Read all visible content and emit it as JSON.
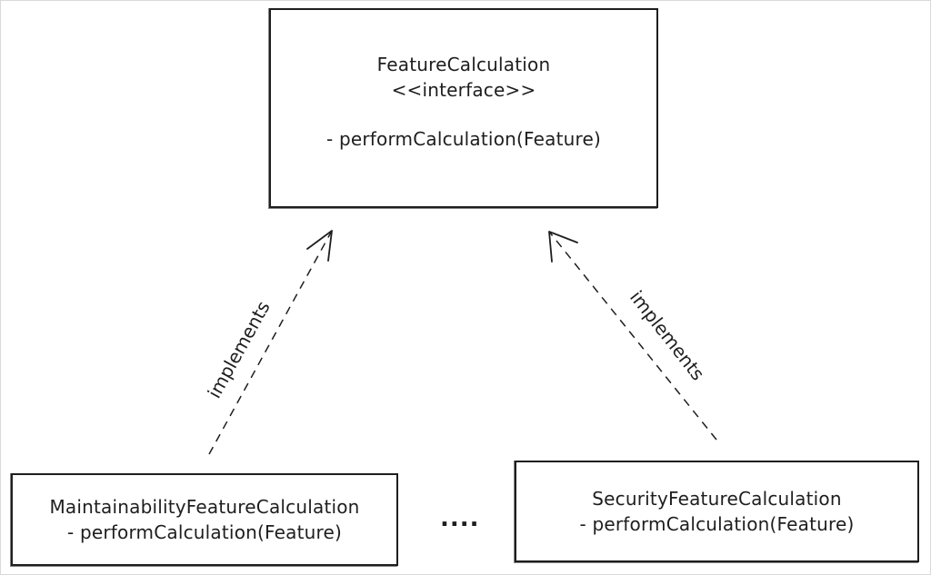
{
  "diagram": {
    "interface_box": {
      "name": "FeatureCalculation",
      "stereotype": "<<interface>>",
      "method": "- performCalculation(Feature)"
    },
    "left_box": {
      "name": "MaintainabilityFeatureCalculation",
      "method": "- performCalculation(Feature)"
    },
    "right_box": {
      "name": "SecurityFeatureCalculation",
      "method": "- performCalculation(Feature)"
    },
    "ellipsis": "....",
    "relations": {
      "left_label": "implements",
      "right_label": "implements"
    },
    "colors": {
      "stroke": "#1e1e1e",
      "background": "#ffffff"
    }
  }
}
